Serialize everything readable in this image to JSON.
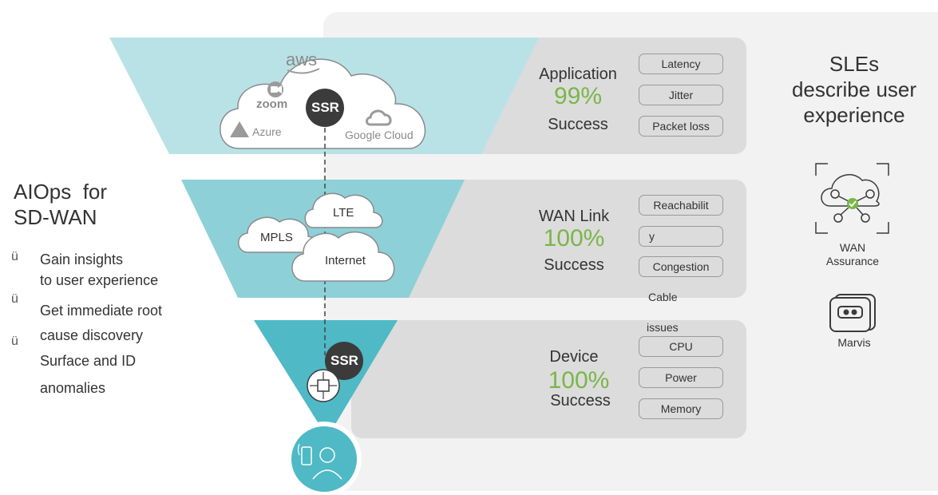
{
  "left_panel": {
    "title_line1": "AIOps  for",
    "title_line2": "SD-WAN",
    "bullet_mark": "ü",
    "bullets": [
      "Gain insights",
      "to user experience",
      "Get immediate root",
      "cause discovery",
      "Surface and ID",
      "anomalies"
    ]
  },
  "tiers": {
    "application": {
      "title": "Application",
      "percent": "99%",
      "success": "Success",
      "metrics": [
        "Latency",
        "Jitter",
        "Packet loss"
      ],
      "cloud_logos": [
        "aws",
        "zoom",
        "Azure",
        "Google Cloud"
      ],
      "router": "SSR"
    },
    "wan": {
      "title": "WAN Link",
      "percent": "100%",
      "success": "Success",
      "metrics": [
        "Reachabilit",
        "y",
        "Congestion",
        "Cable",
        "issues"
      ],
      "clouds": [
        "LTE",
        "MPLS",
        "Internet"
      ]
    },
    "device": {
      "title": "Device",
      "percent": "100%",
      "success": "Success",
      "metrics": [
        "CPU",
        "Power",
        "Memory"
      ],
      "router": "SSR"
    }
  },
  "right_panel": {
    "sles_line1": "SLEs",
    "sles_line2": "describe user",
    "sles_line3": "experience",
    "wan_assurance_line1": "WAN",
    "wan_assurance_line2": "Assurance",
    "marvis": "Marvis"
  },
  "colors": {
    "accent_green": "#7ab648",
    "tier1_teal": "#b9e2e6",
    "tier2_teal": "#8ed0d8",
    "tier3_teal": "#4fb9c6",
    "panel_gray": "#dcdcdc",
    "ssr_dark": "#3b3b3b"
  }
}
